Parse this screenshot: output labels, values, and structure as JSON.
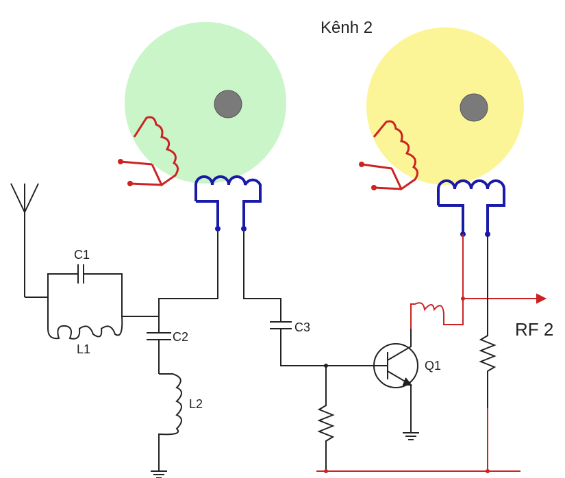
{
  "channel_label": "Kênh 2",
  "output_label": "RF 2",
  "components": {
    "c1": "C1",
    "l1": "L1",
    "c2": "C2",
    "l2": "L2",
    "c3": "C3",
    "q1": "Q1"
  },
  "colors": {
    "disk_green": "#c9f5c9",
    "disk_yellow": "#fbf597",
    "hub": "#7a7a7a",
    "wire": "#222222",
    "wire_red": "#cc2222",
    "coil_blue": "#1a1aa8"
  }
}
